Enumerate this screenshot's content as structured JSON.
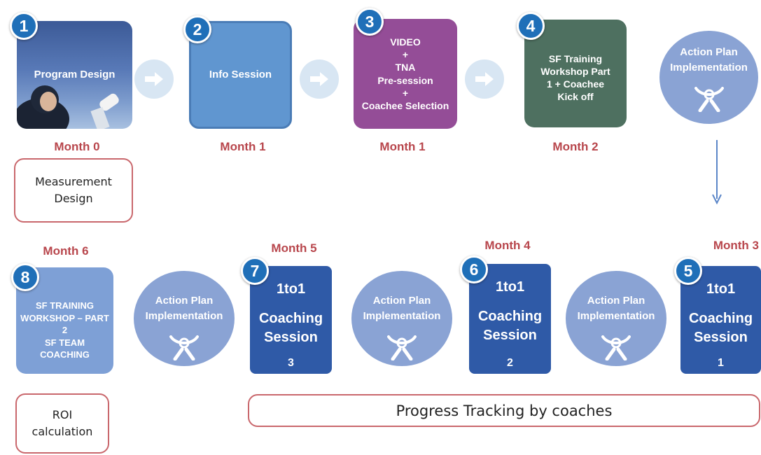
{
  "colors": {
    "badge": "#1f6fb8",
    "month_text": "#b8464c",
    "program_design_box": "#3d5fa0",
    "info_session_box": "#6096d0",
    "video_box": "#944d97",
    "sf_training_box": "#4e7060",
    "action_plan_circle": "#8aa3d4",
    "coaching_box": "#2f5aa7",
    "workshop2_box": "#7ea0d6",
    "outline_border": "#c9676c",
    "arrow_circle": "#d8e6f3",
    "down_arrow": "#5b86c8"
  },
  "steps": {
    "s1": {
      "number": "1",
      "label": "Program Design",
      "month": "Month 0"
    },
    "s2": {
      "number": "2",
      "label": "Info Session",
      "month": "Month 1"
    },
    "s3": {
      "number": "3",
      "line1": "VIDEO",
      "line2": "+",
      "line3": "TNA",
      "line4": "Pre-session",
      "line5": "+",
      "line6": "Coachee Selection",
      "month": "Month 1"
    },
    "s4": {
      "number": "4",
      "line1": "SF Training",
      "line2": "Workshop Part",
      "line3": "1 + Coachee",
      "line4": "Kick off",
      "month": "Month 2"
    },
    "s5": {
      "number": "5",
      "line1": "1to1",
      "line2": "Coaching",
      "line3": "Session",
      "line4": "1",
      "month": "Month 3"
    },
    "s6": {
      "number": "6",
      "line1": "1to1",
      "line2": "Coaching",
      "line3": "Session",
      "line4": "2",
      "month": "Month 4"
    },
    "s7": {
      "number": "7",
      "line1": "1to1",
      "line2": "Coaching",
      "line3": "Session",
      "line4": "3",
      "month": "Month 5"
    },
    "s8": {
      "number": "8",
      "line1": "SF TRAINING",
      "line2": "WORKSHOP – PART",
      "line3": "2",
      "line4": "SF TEAM",
      "line5": "COACHING",
      "month": "Month 6"
    }
  },
  "action_plan": {
    "line1": "Action Plan",
    "line2": "Implementation"
  },
  "notes": {
    "measurement": {
      "line1": "Measurement",
      "line2": "Design"
    },
    "roi": {
      "line1": "ROI",
      "line2": "calculation"
    },
    "progress": "Progress Tracking by coaches"
  },
  "icons": {
    "arrow": "right-arrow-icon",
    "down_arrow": "down-arrow-icon",
    "person": "person-icon"
  }
}
